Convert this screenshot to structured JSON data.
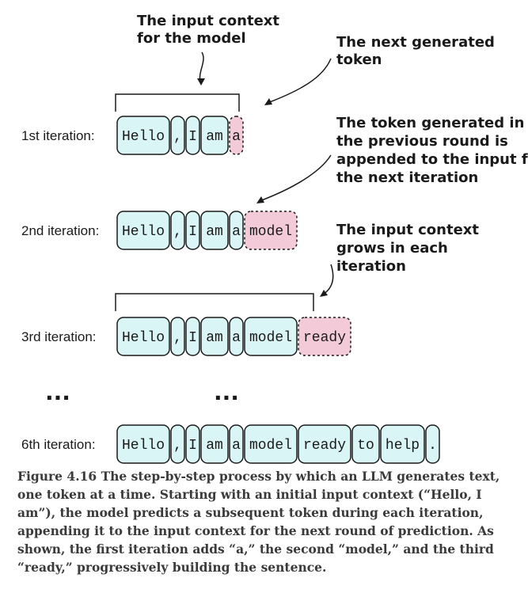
{
  "annotations": {
    "input_context_line1": "The input context",
    "input_context_line2": "for the model",
    "next_token_line1": "The next generated",
    "next_token_line2": "token",
    "appended_line1": "The token generated in",
    "appended_line2": "the previous round is",
    "appended_line3": "appended to the input for",
    "appended_line4": "the next iteration",
    "grows_line1": "The input context",
    "grows_line2": "grows in each",
    "grows_line3": "iteration"
  },
  "iterations": [
    {
      "label": "1st iteration:",
      "tokens": [
        "Hello",
        ",",
        "I",
        "am",
        "a"
      ],
      "new_index": 4
    },
    {
      "label": "2nd iteration:",
      "tokens": [
        "Hello",
        ",",
        "I",
        "am",
        "a",
        "model"
      ],
      "new_index": 5
    },
    {
      "label": "3rd iteration:",
      "tokens": [
        "Hello",
        ",",
        "I",
        "am",
        "a",
        "model",
        "ready"
      ],
      "new_index": 6
    },
    {
      "label": "6th iteration:",
      "tokens": [
        "Hello",
        ",",
        "I",
        "am",
        "a",
        "model",
        "ready",
        "to",
        "help",
        "."
      ],
      "new_index": -1
    }
  ],
  "ellipsis": "...",
  "caption": "Figure 4.16 The step-by-step process by which an LLM generates text, one token at a time. Starting with an initial input context (“Hello, I am”), the model predicts a subsequent token during each iteration, appending it to the input context for the next round of prediction. As shown, the first iteration adds “a,” the second “model,” and the third “ready,” progressively building the sentence.",
  "colors": {
    "input_token": "#d9f5f5",
    "new_token": "#f3cbd8"
  }
}
